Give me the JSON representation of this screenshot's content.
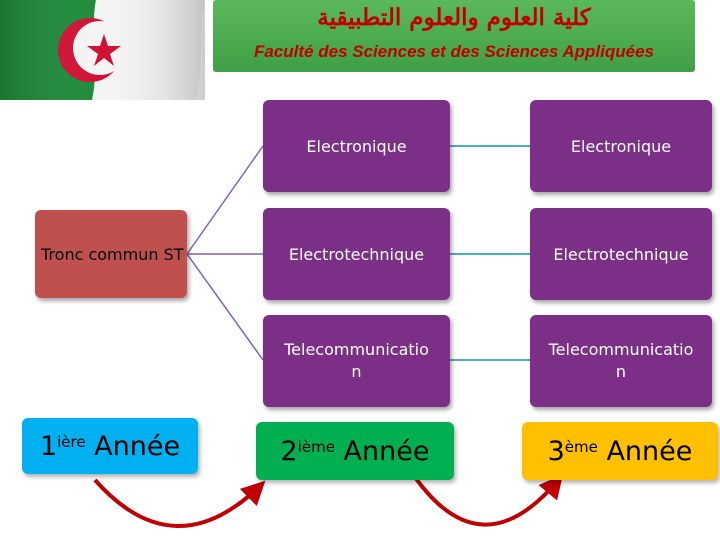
{
  "header": {
    "arabic": "كلية العلوم والعلوم التطبيقية",
    "french": "Faculté des Sciences et des Sciences Appliquées"
  },
  "nodes": {
    "tronc": "Tronc commun ST",
    "y2": [
      "Electronique",
      "Electrotechnique",
      "Telecommunicatio\nn"
    ],
    "y3": [
      "Electronique",
      "Electrotechnique",
      "Telecommunicatio\nn"
    ]
  },
  "years": [
    {
      "num": "1",
      "sup": "ière",
      "label": " Année"
    },
    {
      "num": "2",
      "sup": "ième",
      "label": " Année"
    },
    {
      "num": "3",
      "sup": "ème",
      "label": " Année"
    }
  ],
  "colors": {
    "header": "#4caf50",
    "stage": "#c0504d",
    "option": "#7c2f87",
    "year1": "#00b0f0",
    "year2": "#00b050",
    "year3": "#ffc000",
    "arrow": "#c00000"
  }
}
